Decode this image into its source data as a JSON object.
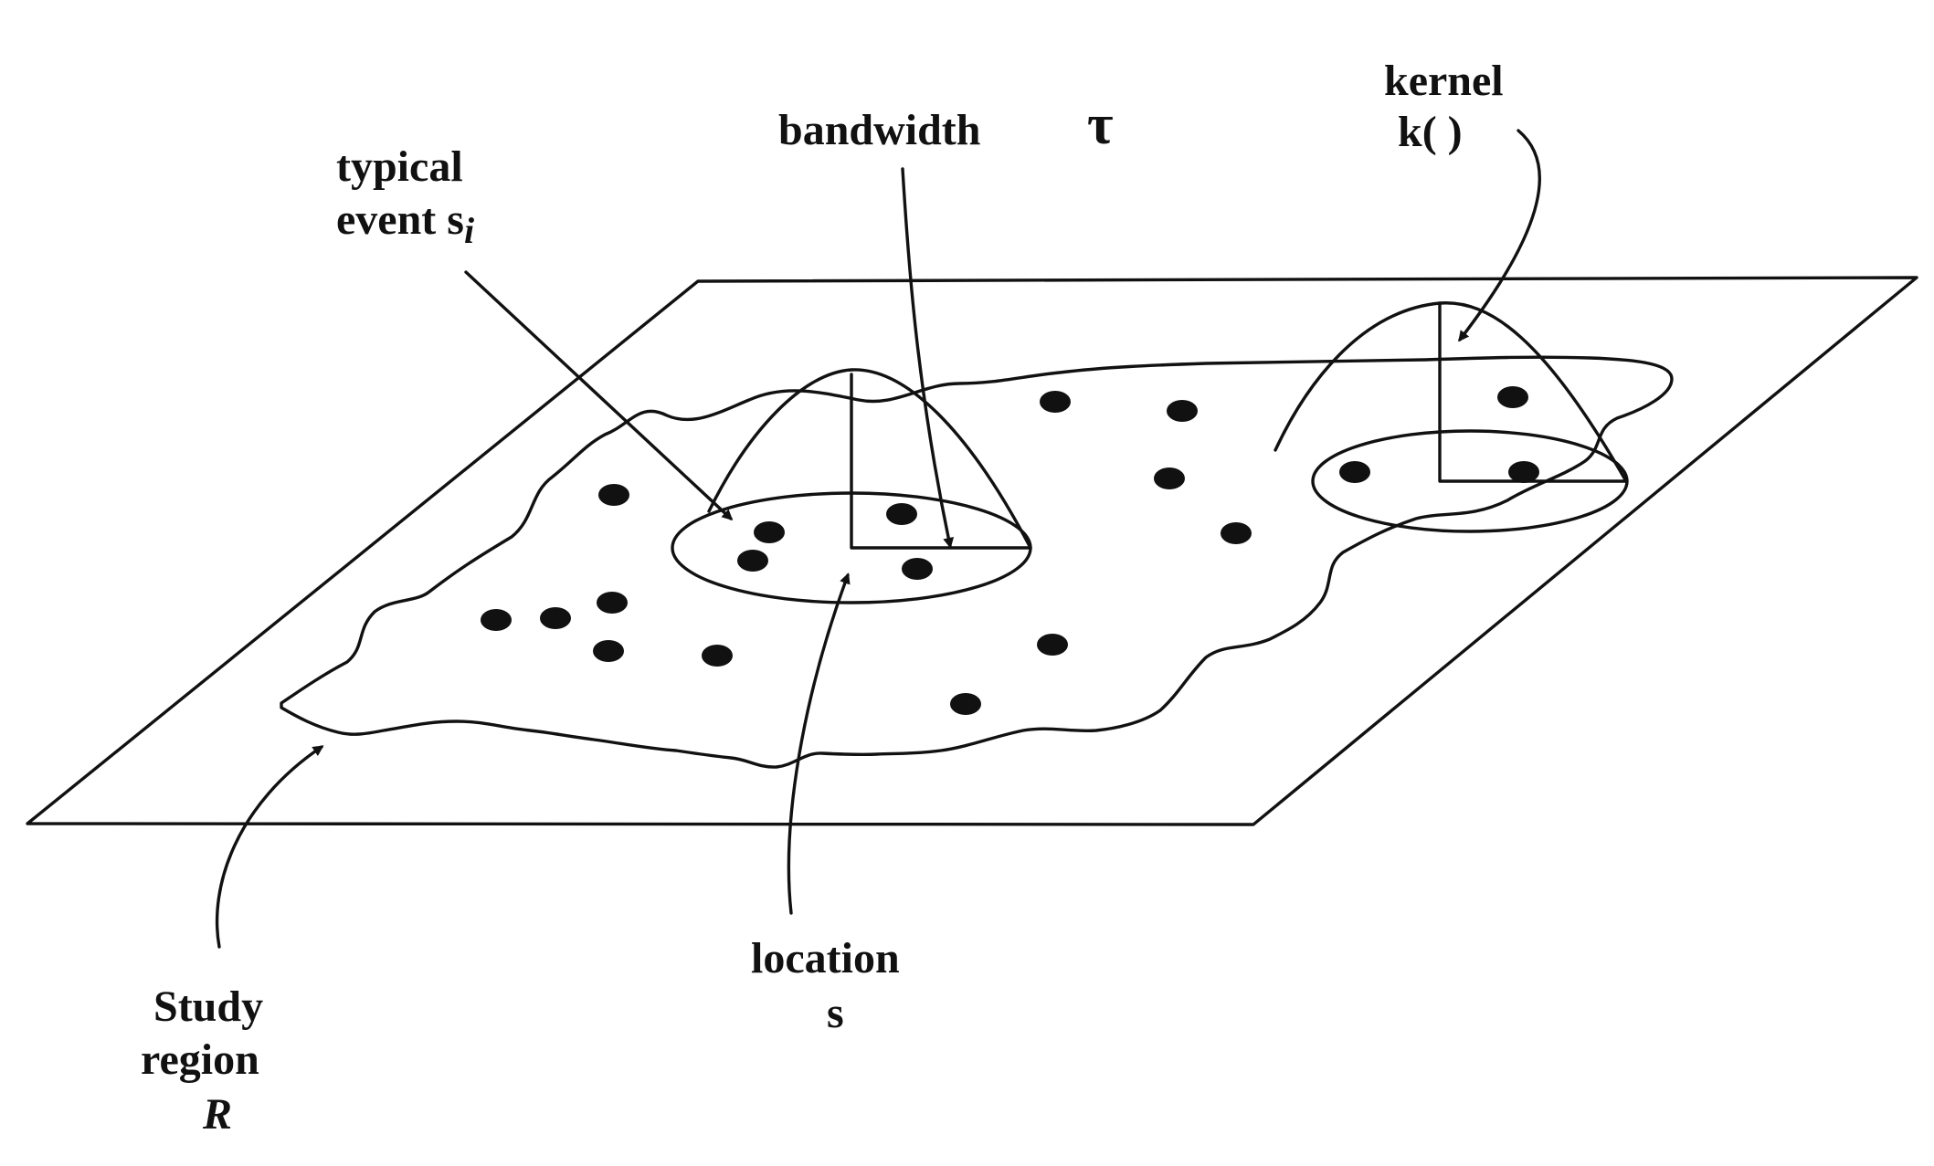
{
  "labels": {
    "tau": "τ",
    "bandwidth": "bandwidth",
    "kernel_line1": "kernel",
    "kernel_line2": "k( )",
    "typical_line1": "typical",
    "typical_line2": "event s",
    "typical_subscript": "i",
    "location_line1": "location",
    "location_line2": "s",
    "study_line1": "Study",
    "study_line2": "region",
    "study_line3": "R"
  },
  "colors": {
    "ink": "#111111",
    "background": "#ffffff"
  }
}
